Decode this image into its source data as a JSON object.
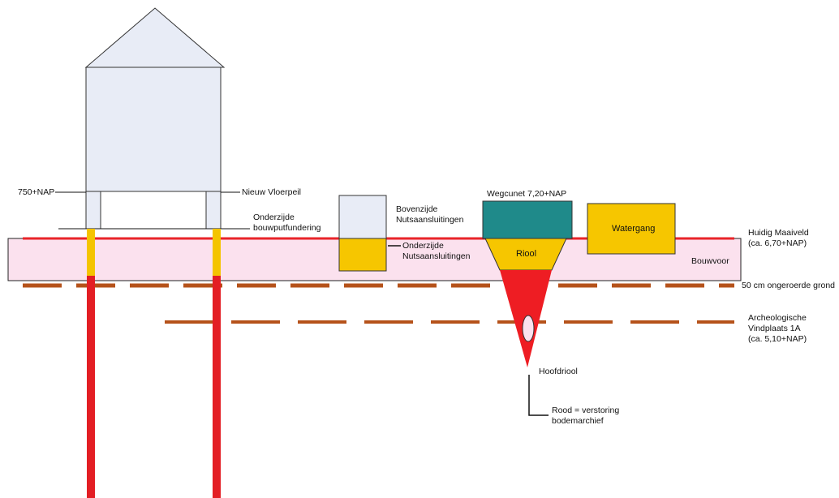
{
  "labels": {
    "nap_750": "750+NAP",
    "nieuw_vloerpeil": "Nieuw Vloerpeil",
    "onderzijde_bouwput_1": "Onderzijde",
    "onderzijde_bouwput_2": "bouwputfundering",
    "bovenzijde_nuts_1": "Bovenzijde",
    "bovenzijde_nuts_2": "Nutsaansluitingen",
    "onderzijde_nuts_1": "Onderzijde",
    "onderzijde_nuts_2": "Nutsaansluitingen",
    "wegcunet": "Wegcunet 7,20+NAP",
    "riool": "Riool",
    "watergang": "Watergang",
    "maaiveld_1": "Huidig Maaiveld",
    "maaiveld_2": "(ca. 6,70+NAP)",
    "bouwvoor": "Bouwvoor",
    "ongeroerde_grond": "50 cm ongeroerde grond",
    "vindplaats_1": "Archeologische",
    "vindplaats_2": "Vindplaats 1A",
    "vindplaats_3": "(ca. 5,10+NAP)",
    "hoofdriool": "Hoofdriool",
    "legend_1": "Rood = verstoring",
    "legend_2": "bodemarchief"
  },
  "colors": {
    "house_fill": "#e8ecf6",
    "bouwvoor_fill": "#fbe1ee",
    "maaiveld_line": "#e8242a",
    "pile_yellow": "#f4c400",
    "pile_red": "#e31e24",
    "dash_brown": "#b5521a",
    "wegcunet_fill": "#1f8a8a",
    "riool_fill": "#f6c600",
    "watergang_fill": "#f6c600",
    "disturbance_red": "#ee1d23"
  }
}
